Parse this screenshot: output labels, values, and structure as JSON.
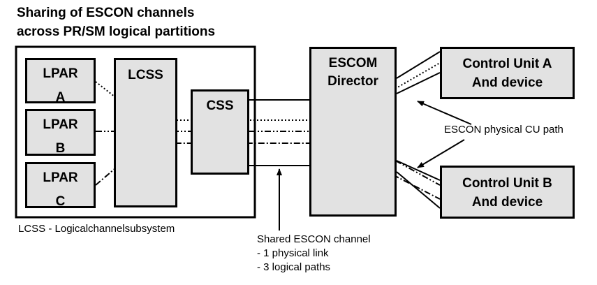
{
  "title": {
    "line1": "Sharing of ESCON channels",
    "line2": "across PR/SM logical partitions"
  },
  "lpars": [
    {
      "line1": "LPAR",
      "line2": "A"
    },
    {
      "line1": "LPAR",
      "line2": "B"
    },
    {
      "line1": "LPAR",
      "line2": "C"
    }
  ],
  "lcss_label": "LCSS",
  "css_label": "CSS",
  "director": {
    "line1": "ESCOM",
    "line2": "Director"
  },
  "control_unit_a": {
    "line1": "Control Unit A",
    "line2": "And device"
  },
  "control_unit_b": {
    "line1": "Control Unit B",
    "line2": "And device"
  },
  "lcss_caption": "LCSS - Logicalchannelsubsystem",
  "physical_path_caption": "ESCON physical CU path",
  "shared_channel_caption": {
    "line1": "Shared ESCON channel",
    "line2": "- 1 physical link",
    "line3": "- 3 logical paths"
  },
  "colors": {
    "box_fill": "#e2e2e2",
    "line": "#000000",
    "background": "#ffffff"
  }
}
